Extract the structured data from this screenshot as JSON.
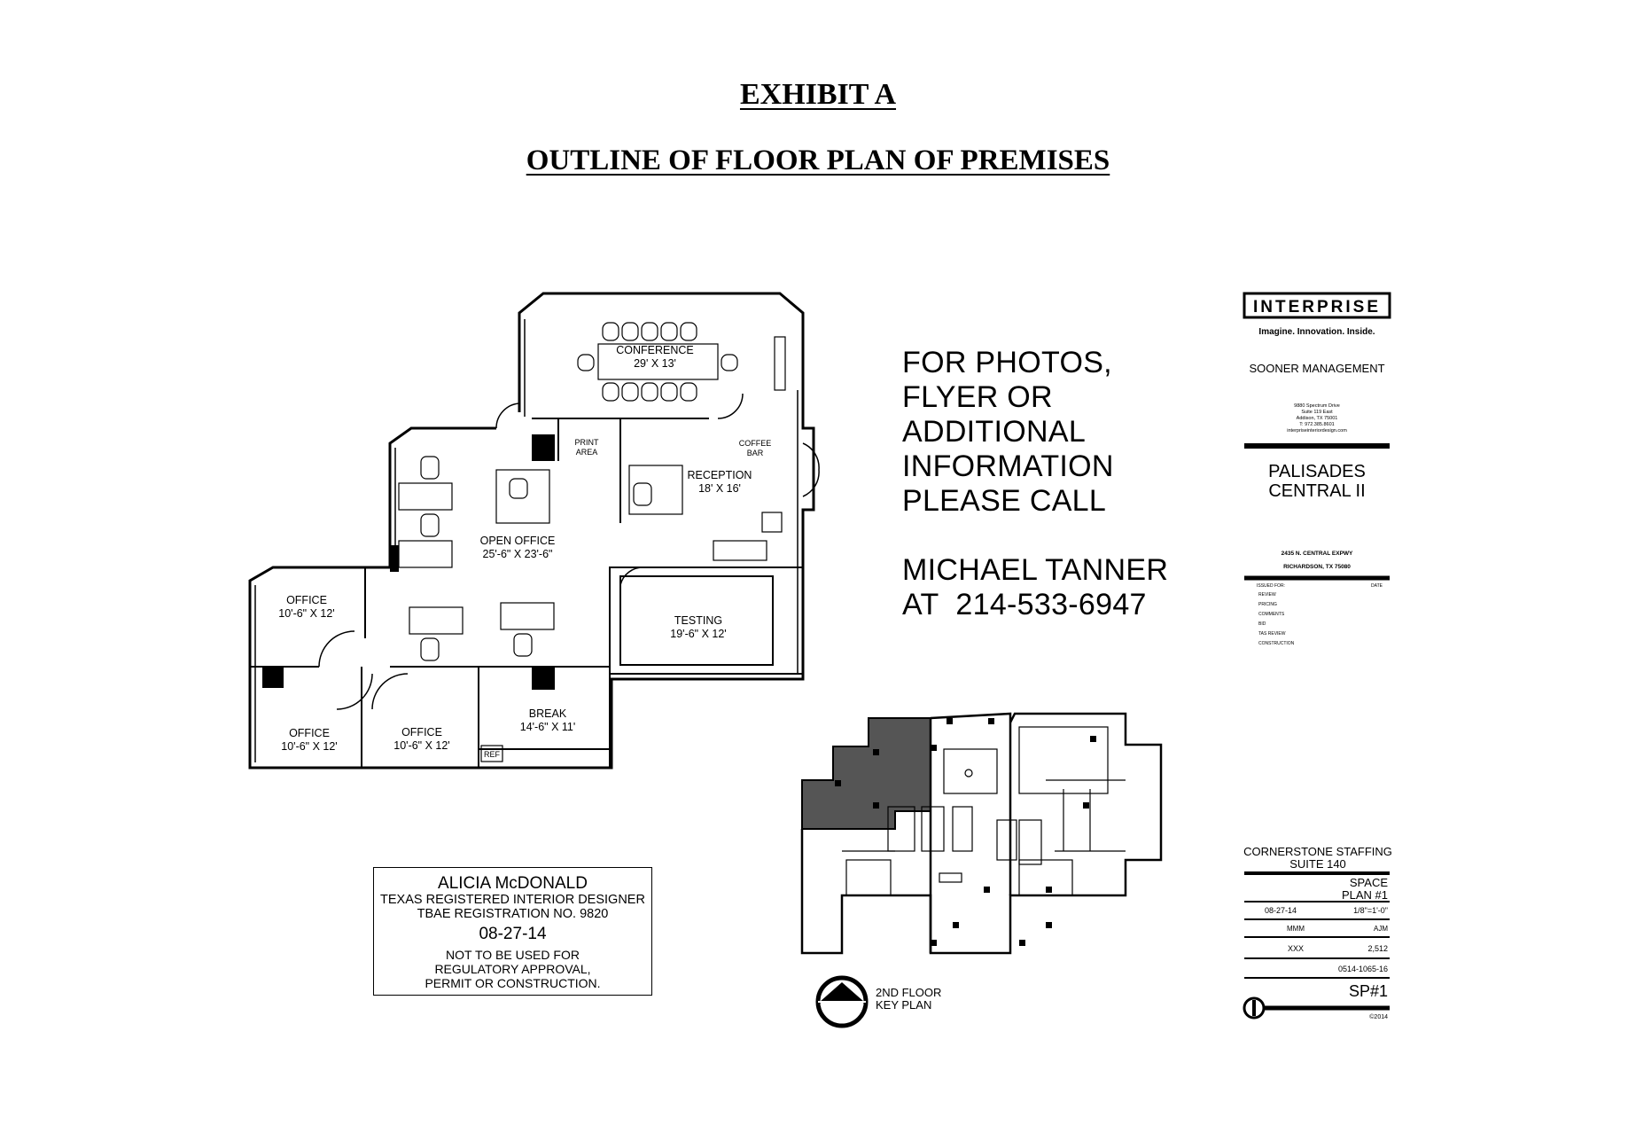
{
  "header": {
    "exhibit": "EXHIBIT A",
    "title": "OUTLINE OF FLOOR PLAN OF PREMISES"
  },
  "rooms": {
    "conference": {
      "name": "CONFERENCE",
      "size": "29' X 13'"
    },
    "print_area": {
      "line1": "PRINT",
      "line2": "AREA"
    },
    "coffee_bar": {
      "line1": "COFFEE",
      "line2": "BAR"
    },
    "reception": {
      "name": "RECEPTION",
      "size": "18' X 16'"
    },
    "open_office": {
      "name": "OPEN OFFICE",
      "size": "25'-6\" X 23'-6\""
    },
    "office_nw": {
      "name": "OFFICE",
      "size": "10'-6\" X 12'"
    },
    "testing": {
      "name": "TESTING",
      "size": "19'-6\" X 12'"
    },
    "break": {
      "name": "BREAK",
      "size": "14'-6\" X 11'"
    },
    "office_sw": {
      "name": "OFFICE",
      "size": "10'-6\" X 12'"
    },
    "office_s": {
      "name": "OFFICE",
      "size": "10'-6\" X 12'"
    },
    "ref": "REF"
  },
  "contact": {
    "lines": [
      "FOR PHOTOS,",
      "FLYER OR",
      "ADDITIONAL",
      "INFORMATION",
      "PLEASE CALL"
    ],
    "name_line": "MICHAEL TANNER",
    "phone_line": "AT  214-533-6947"
  },
  "designer_stamp": {
    "name": "ALICIA McDONALD",
    "title": "TEXAS REGISTERED INTERIOR DESIGNER",
    "registration": "TBAE REGISTRATION NO. 9820",
    "date": "08-27-14",
    "notice": [
      "NOT TO BE USED FOR",
      "REGULATORY APPROVAL,",
      "PERMIT OR CONSTRUCTION."
    ]
  },
  "key_plan": {
    "line1": "2ND FLOOR",
    "line2": "KEY PLAN"
  },
  "title_block": {
    "brand": "INTERPRISE",
    "tagline": "Imagine. Innovation. Inside.",
    "management": "SOONER MANAGEMENT",
    "address_small": [
      "9880 Spectrum Drive",
      "Suite 119 East",
      "Addison, TX 75001",
      "T: 972.385.8601",
      "interpriseinteriordesign.com"
    ],
    "project_name": [
      "PALISADES",
      "CENTRAL II"
    ],
    "project_address": [
      "2435 N. CENTRAL EXPWY",
      "RICHARDSON, TX 75080"
    ],
    "issue_header": "ISSUED FOR:",
    "issue_header_right": "DATE",
    "issue_items": [
      "REVIEW",
      "PRICING",
      "COMMENTS",
      "BID",
      "TAS REVIEW",
      "CONSTRUCTION"
    ],
    "tenant": "CORNERSTONE STAFFING",
    "suite": "SUITE 140",
    "sheet_title": [
      "SPACE",
      "PLAN #1"
    ],
    "date": "08-27-14",
    "scale": "1/8\"=1'-0\"",
    "drawn": "MMM",
    "checked": "AJM",
    "job": "XXX",
    "area": "2,512",
    "project_no": "0514-1065-16",
    "sheet": "SP#1",
    "copyright": "©2014"
  }
}
